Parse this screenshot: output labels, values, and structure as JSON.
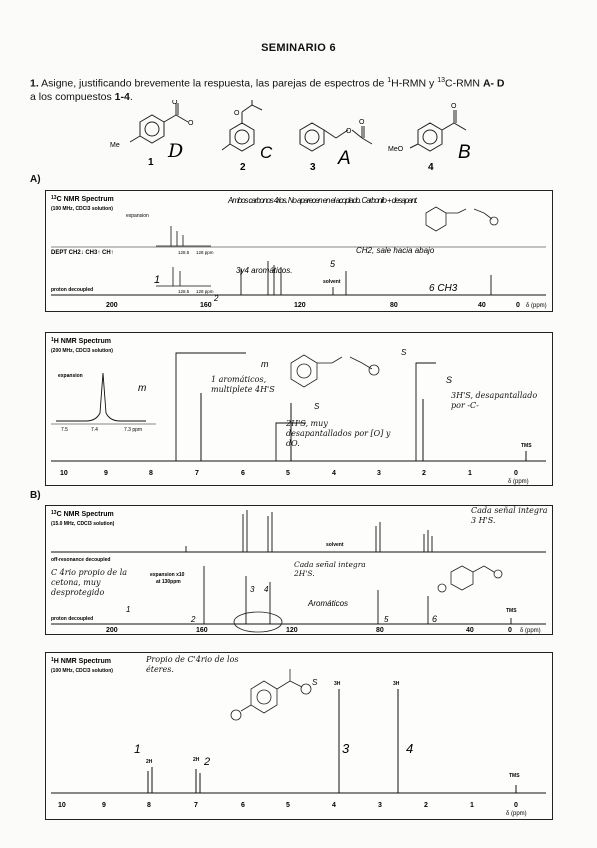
{
  "page_title": "SEMINARIO 6",
  "question": {
    "number": "1.",
    "text_a": "Asigne, justificando brevemente la respuesta, las parejas de espectros de ",
    "h_sup": "1",
    "h_text": "H-RMN y ",
    "c_sup": "13",
    "c_text": "C-RMN ",
    "bold_ad": "A- D",
    "line2_a": "a los compuestos ",
    "bold_14": "1-4",
    "line2_end": "."
  },
  "compounds": [
    {
      "number": "1",
      "substituent": "Me",
      "handwritten_letter": "D"
    },
    {
      "number": "2",
      "handwritten_letter": "C"
    },
    {
      "number": "3",
      "handwritten_letter": "A"
    },
    {
      "number": "4",
      "substituent": "MeO",
      "handwritten_letter": "B"
    }
  ],
  "section_a": {
    "label": "A)",
    "c13": {
      "title": "13C NMR Spectrum",
      "title_sup": "13",
      "title_rest": "C NMR Spectrum",
      "subtitle": "(100 MHz, CDCl3 solution)",
      "expansion": "expansion",
      "dept": "DEPT  CH2↓ CH3↑ CH↑",
      "exp_ticks_top": [
        "128.5",
        "128 ppm"
      ],
      "exp_ticks_bottom": [
        "128.5",
        "128 ppm"
      ],
      "solvent": "solvent",
      "proton_decoupled": "proton decoupled",
      "axis_ticks": [
        "200",
        "160",
        "120",
        "80",
        "40",
        "0"
      ],
      "axis_unit": "δ (ppm)",
      "notes": {
        "top": "Ambos carbonos 4rios. No aparecen en el acoplado. Carbonilo + desapant.",
        "ch2": "CH2, sale hacia abajo",
        "ar": "3y4 aromáticos.",
        "ch3": "6 CH3",
        "num1": "1",
        "num2": "2",
        "num5": "5"
      }
    },
    "h1": {
      "title_sup": "1",
      "title_rest": "H NMR Spectrum",
      "subtitle": "(200 MHz, CDCl3 solution)",
      "expansion": "expansion",
      "exp_ticks": [
        "7.5",
        "7.4",
        "7.3  ppm"
      ],
      "tms": "TMS",
      "axis_ticks": [
        "10",
        "9",
        "8",
        "7",
        "6",
        "5",
        "4",
        "3",
        "2",
        "1",
        "0"
      ],
      "axis_unit": "δ (ppm)",
      "notes": {
        "m1": "m",
        "m2": "m",
        "arom": "1 aromáticos, multiplete 4H'S",
        "s1": "S",
        "ch2": "2H'S, muy desapantallados por [O] y dO.",
        "s2": "S",
        "ch3": "3H'S, desapantallado por -C-",
        "s3": "S"
      }
    }
  },
  "section_b": {
    "label": "B)",
    "c13": {
      "title_sup": "13",
      "title_rest": "C NMR Spectrum",
      "subtitle": "(15.0 MHz, CDCl3 solution)",
      "off_res": "off-resonance decoupled",
      "expansion": "expansion x10",
      "expansion2": "at 130ppm",
      "solvent": "solvent",
      "proton_decoupled": "proton decoupled",
      "tms": "TMS",
      "axis_ticks": [
        "200",
        "160",
        "120",
        "80",
        "40",
        "0"
      ],
      "axis_unit": "δ (ppm)",
      "notes": {
        "cada": "Cada señal integra 3 H'S.",
        "cada_senal": "Cada señal integra 2H'S.",
        "c4rio": "C 4rio propio de la cetona, muy desprotegido",
        "arom": "Aromáticos",
        "n1": "1",
        "n2": "2",
        "n3": "3",
        "n4": "4",
        "n5": "5",
        "n6": "6"
      }
    },
    "h1": {
      "title_sup": "1",
      "title_rest": "H NMR Spectrum",
      "subtitle": "(100 MHz, CDCl3 solution)",
      "peak_labels": [
        "2H",
        "2H",
        "3H",
        "3H"
      ],
      "tms": "TMS",
      "axis_ticks": [
        "10",
        "9",
        "8",
        "7",
        "6",
        "5",
        "4",
        "3",
        "2",
        "1",
        "0"
      ],
      "axis_unit": "δ (ppm)",
      "notes": {
        "propio": "Propio de C'4rio de los éteres.",
        "n1": "1",
        "n2": "2",
        "n3": "3",
        "n4": "4",
        "s": "S"
      }
    }
  }
}
